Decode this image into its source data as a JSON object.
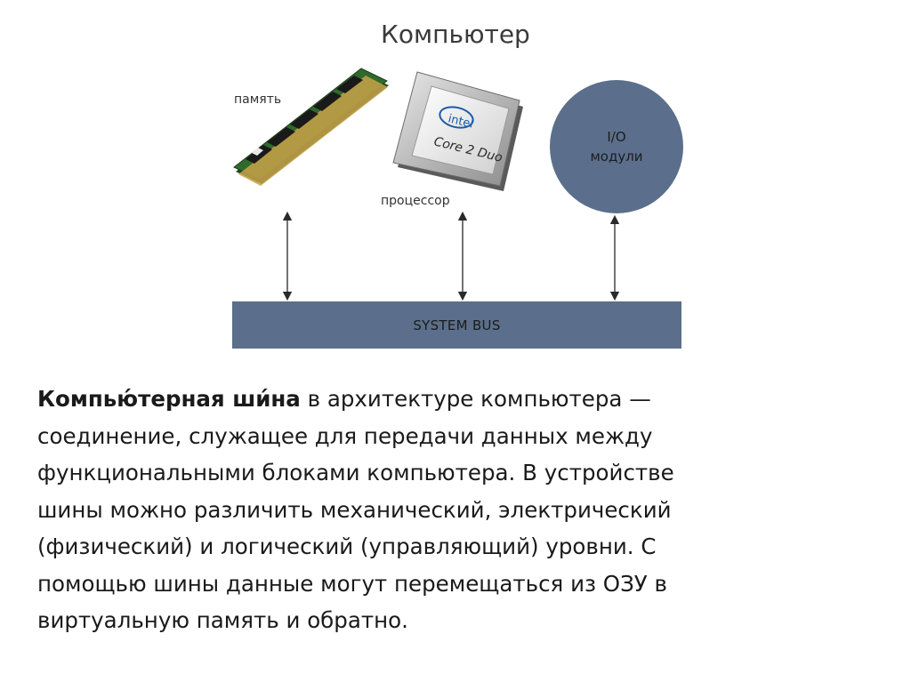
{
  "diagram": {
    "title": "Компьютер",
    "memory_label": "память",
    "cpu_label": "процессор",
    "cpu_brand": "intel",
    "cpu_model": "Core 2 Duo",
    "io_line1": "I/O",
    "io_line2": "модули",
    "bus_label": "SYSTEM BUS"
  },
  "text": {
    "term": "Компью́терная ши́на",
    "body_line1": " в архитектуре компьютера —",
    "body_rest": [
      "соединение, служащее для передачи данных между",
      "функциональными блоками компьютера. В устройстве",
      "шины можно различить механический, электрический",
      "(физический) и логический (управляющий) уровни. С",
      "помощью шины данные могут перемещаться из ОЗУ в",
      "виртуальную память и обратно."
    ]
  },
  "colors": {
    "bus": "#5b6f8c",
    "io_module": "#5b6f8c",
    "memory_pcb": "#2f6a2c"
  }
}
